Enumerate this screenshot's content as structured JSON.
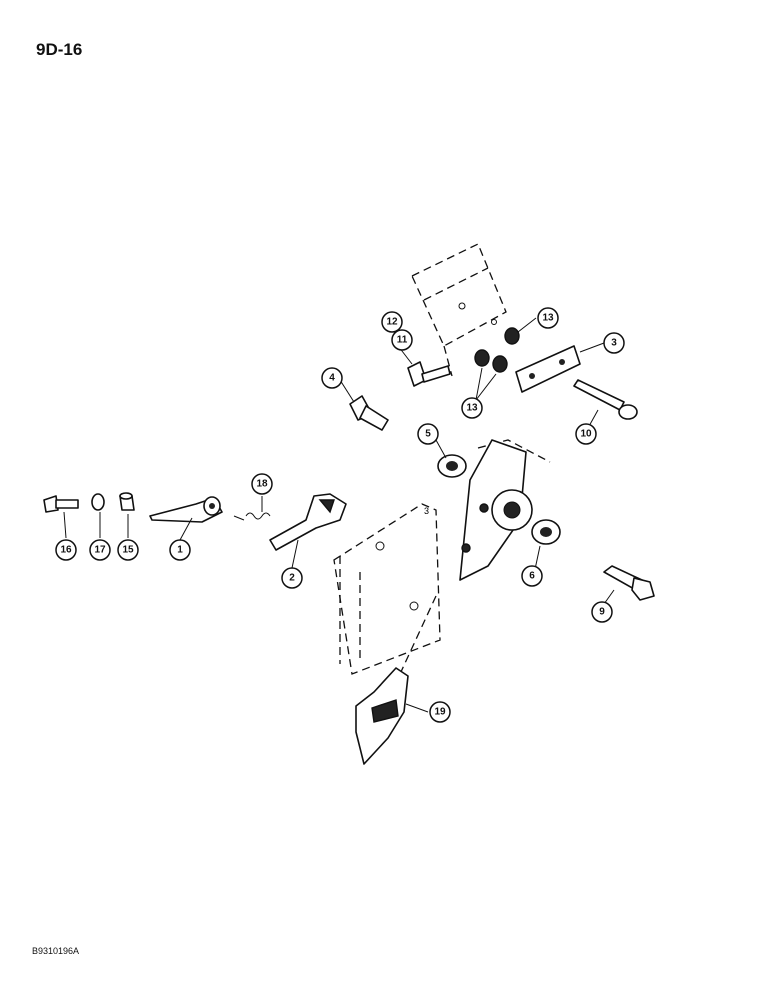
{
  "page_number": "9D-16",
  "figure_code": "B9310196A",
  "callouts": [
    {
      "id": "c1",
      "label": "1"
    },
    {
      "id": "c2",
      "label": "2"
    },
    {
      "id": "c3",
      "label": "3"
    },
    {
      "id": "c4",
      "label": "4"
    },
    {
      "id": "c5",
      "label": "5"
    },
    {
      "id": "c6",
      "label": "6"
    },
    {
      "id": "c9",
      "label": "9"
    },
    {
      "id": "c10",
      "label": "10"
    },
    {
      "id": "c11",
      "label": "11"
    },
    {
      "id": "c12",
      "label": "12"
    },
    {
      "id": "c13a",
      "label": "13"
    },
    {
      "id": "c13b",
      "label": "13"
    },
    {
      "id": "c15",
      "label": "15"
    },
    {
      "id": "c16",
      "label": "16"
    },
    {
      "id": "c17",
      "label": "17"
    },
    {
      "id": "c18",
      "label": "18"
    },
    {
      "id": "c19",
      "label": "19"
    }
  ]
}
